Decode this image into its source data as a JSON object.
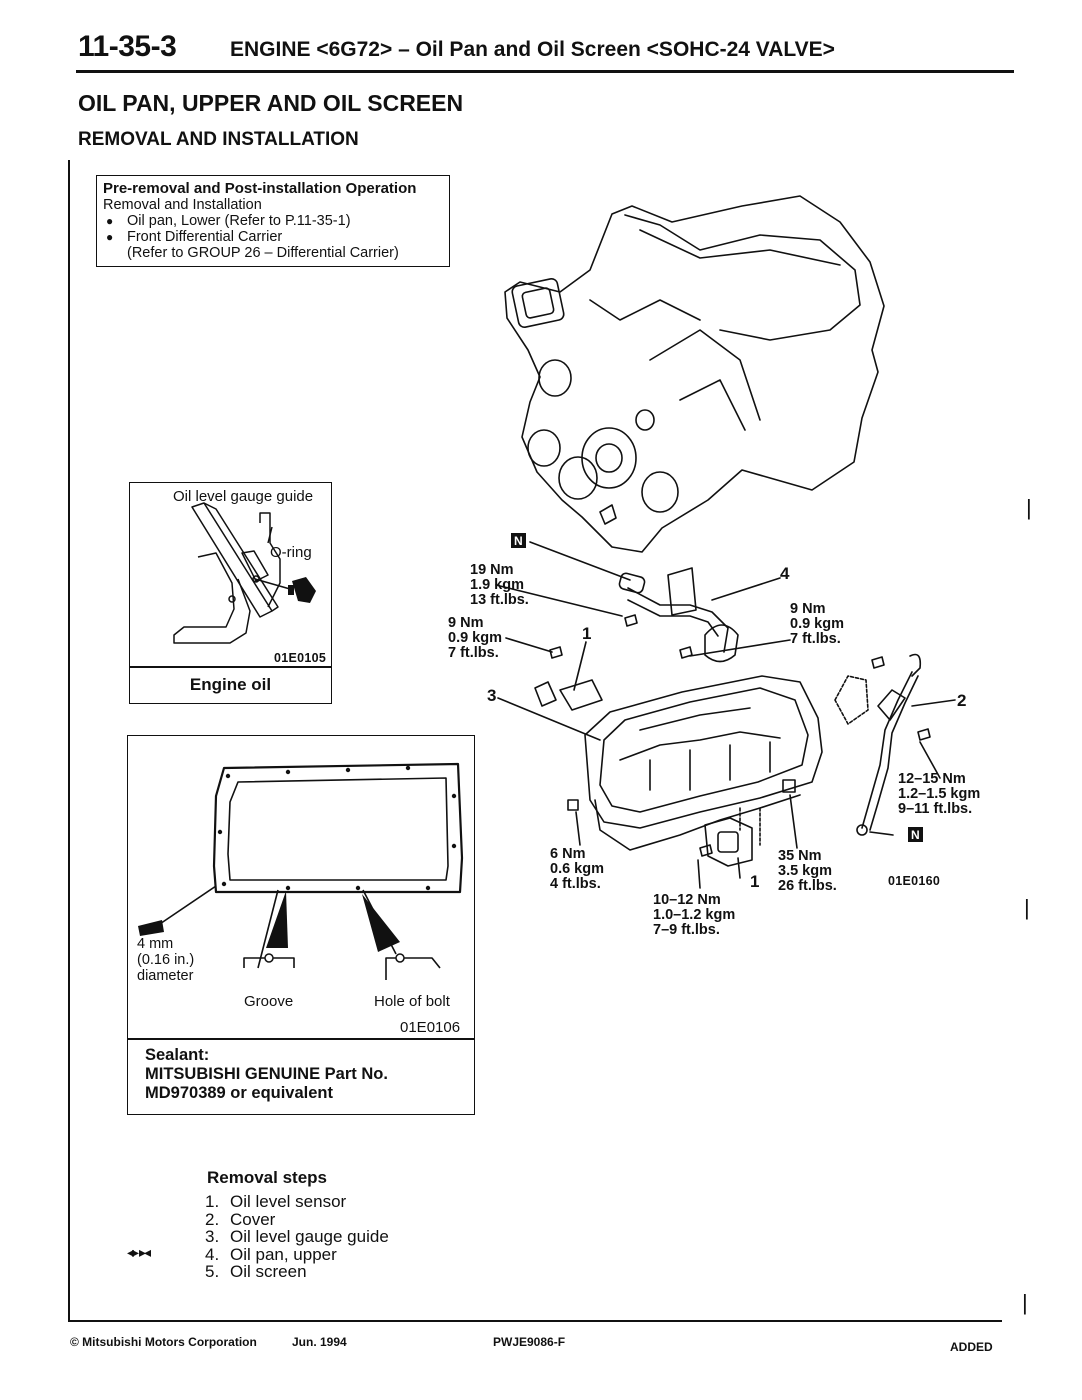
{
  "header": {
    "page_number": "11-35-3",
    "title": "ENGINE <6G72> – Oil Pan and Oil Screen <SOHC-24 VALVE>"
  },
  "section_title": "OIL PAN, UPPER AND OIL SCREEN",
  "subsection_title": "REMOVAL AND INSTALLATION",
  "pre_removal": {
    "heading": "Pre-removal and Post-installation Operation",
    "subheading": "Removal and Installation",
    "items": [
      "Oil pan, Lower (Refer to P.11-35-1)",
      "Front Differential Carrier"
    ],
    "continuation": "(Refer to GROUP 26 – Differential Carrier)"
  },
  "gauge_detail": {
    "label_guide": "Oil level gauge guide",
    "label_oring": "O-ring",
    "figure_code": "01E0105",
    "caption": "Engine oil"
  },
  "sealant_detail": {
    "bead_size_1": "4 mm",
    "bead_size_2": "(0.16 in.)",
    "bead_size_3": "diameter",
    "label_groove": "Groove",
    "label_hole": "Hole of bolt",
    "figure_code": "01E0106",
    "line1": "Sealant:",
    "line2": "MITSUBISHI GENUINE Part No.",
    "line3": "MD970389 or equivalent"
  },
  "main_figure": {
    "figure_code": "01E0160",
    "gasket_mark": "N",
    "callouts": {
      "c1a": "1",
      "c1b": "1",
      "c2": "2",
      "c3": "3",
      "c4": "4"
    },
    "torques": {
      "t19": {
        "nm": "19 Nm",
        "kgm": "1.9 kgm",
        "ftlb": "13 ft.lbs."
      },
      "t9a": {
        "nm": "9 Nm",
        "kgm": "0.9 kgm",
        "ftlb": "7 ft.lbs."
      },
      "t9b": {
        "nm": "9 Nm",
        "kgm": "0.9 kgm",
        "ftlb": "7 ft.lbs."
      },
      "t12": {
        "nm": "12–15 Nm",
        "kgm": "1.2–1.5 kgm",
        "ftlb": "9–11 ft.lbs."
      },
      "t6": {
        "nm": "6 Nm",
        "kgm": "0.6 kgm",
        "ftlb": "4 ft.lbs."
      },
      "t35": {
        "nm": "35 Nm",
        "kgm": "3.5 kgm",
        "ftlb": "26 ft.lbs."
      },
      "t10": {
        "nm": "10–12 Nm",
        "kgm": "1.0–1.2 kgm",
        "ftlb": "7–9 ft.lbs."
      }
    }
  },
  "removal_steps": {
    "title": "Removal steps",
    "steps": [
      {
        "n": "1.",
        "label": "Oil level sensor"
      },
      {
        "n": "2.",
        "label": "Cover"
      },
      {
        "n": "3.",
        "label": "Oil level gauge guide"
      },
      {
        "n": "4.",
        "label": "Oil pan, upper"
      },
      {
        "n": "5.",
        "label": "Oil screen"
      }
    ],
    "service_marks": "◂▸ ▸◂"
  },
  "footer": {
    "copyright": "© Mitsubishi Motors Corporation",
    "date": "Jun. 1994",
    "doc_code": "PWJE9086-F",
    "status": "ADDED"
  }
}
